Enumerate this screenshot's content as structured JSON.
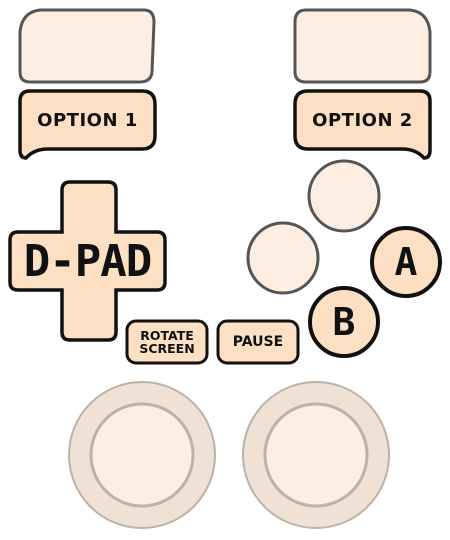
{
  "colors": {
    "background": "#ffffff",
    "button_fill": "#fde0c4",
    "button_fill_light": "#feeee2",
    "stroke": "#111111",
    "soft_stroke": "#555555",
    "stick_ring": "#efe1d3",
    "stick_outline": "#bdb2a6"
  },
  "controls": {
    "option1": {
      "label": "OPTION 1"
    },
    "option2": {
      "label": "OPTION 2"
    },
    "dpad": {
      "label": "D-PAD"
    },
    "a_button": {
      "label": "A"
    },
    "b_button": {
      "label": "B"
    },
    "rotate_screen": {
      "line1": "ROTATE",
      "line2": "SCREEN"
    },
    "pause": {
      "label": "PAUSE"
    }
  },
  "icons": {
    "left_shoulder": "left-shoulder-trigger-icon",
    "right_shoulder": "right-shoulder-trigger-icon",
    "left_stick": "left-analog-stick-icon",
    "right_stick": "right-analog-stick-icon",
    "face_top": "face-button-top-icon",
    "face_left": "face-button-left-icon"
  }
}
